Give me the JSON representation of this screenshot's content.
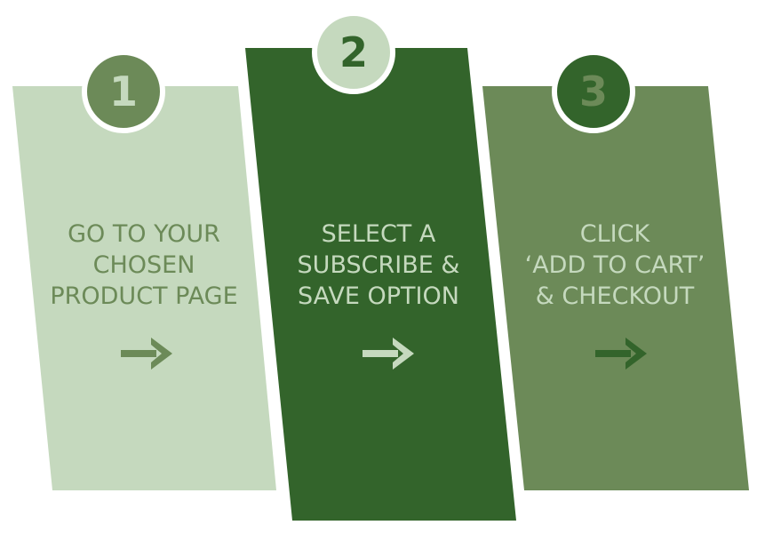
{
  "colors": {
    "light_green": "#c5d9be",
    "dark_green": "#33642b",
    "mid_green": "#6c8a58",
    "white": "#ffffff"
  },
  "steps": [
    {
      "number": "1",
      "lines": [
        "GO TO YOUR",
        "CHOSEN",
        "PRODUCT PAGE"
      ],
      "arrow_icon": "arrow-right-icon"
    },
    {
      "number": "2",
      "lines": [
        "SELECT A",
        "SUBSCRIBE &",
        "SAVE OPTION"
      ],
      "arrow_icon": "arrow-right-icon"
    },
    {
      "number": "3",
      "lines": [
        "CLICK",
        "‘ADD TO CART’",
        "& CHECKOUT"
      ],
      "arrow_icon": "arrow-right-icon"
    }
  ]
}
